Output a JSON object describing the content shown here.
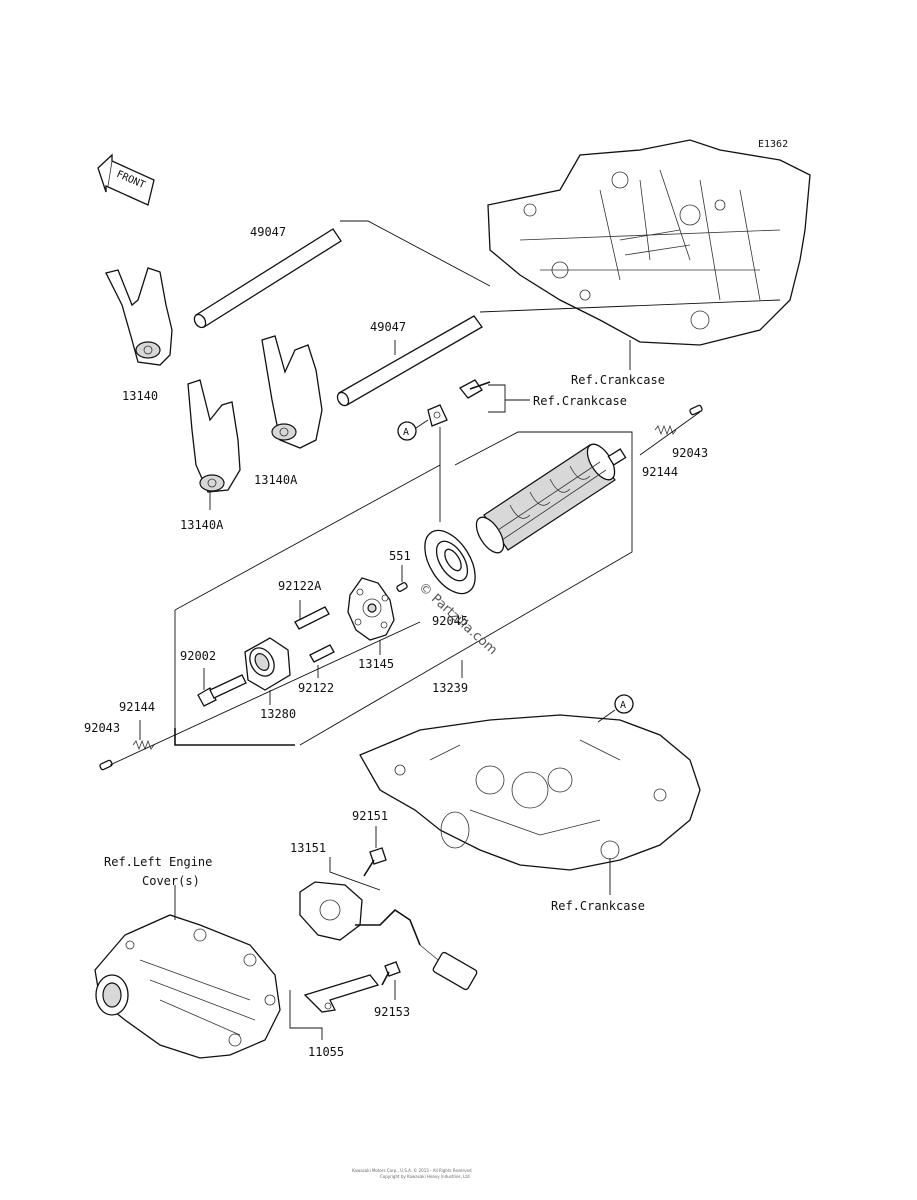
{
  "diagram": {
    "code": "E1362",
    "front_label": "FRONT",
    "watermark": "© Partzilla.com",
    "callout_letter": "A",
    "footer_line_1": "Kawasaki Motors Corp., U.S.A. © 2013 - All Rights Reserved",
    "footer_line_2": "Copyright by Kawasaki Heavy Industries, Ltd."
  },
  "labels": {
    "p49047_top": "49047",
    "p49047_mid": "49047",
    "ref_crankcase_top": "Ref.Crankcase",
    "ref_crankcase_bolt": "Ref.Crankcase",
    "p13140": "13140",
    "p13140a_right": "13140A",
    "p13140a_bottom": "13140A",
    "p92043_right": "92043",
    "p92144_right": "92144",
    "p551": "551",
    "p92045": "92045",
    "p92122a": "92122A",
    "p92002": "92002",
    "p13145": "13145",
    "p92122": "92122",
    "p13239": "13239",
    "p13280": "13280",
    "p92144_left": "92144",
    "p92043_left": "92043",
    "p92151": "92151",
    "p13151": "13151",
    "ref_left_engine_1": "Ref.Left Engine",
    "ref_left_engine_2": "Cover(s)",
    "ref_crankcase_bottom": "Ref.Crankcase",
    "p92153": "92153",
    "p11055": "11055"
  }
}
